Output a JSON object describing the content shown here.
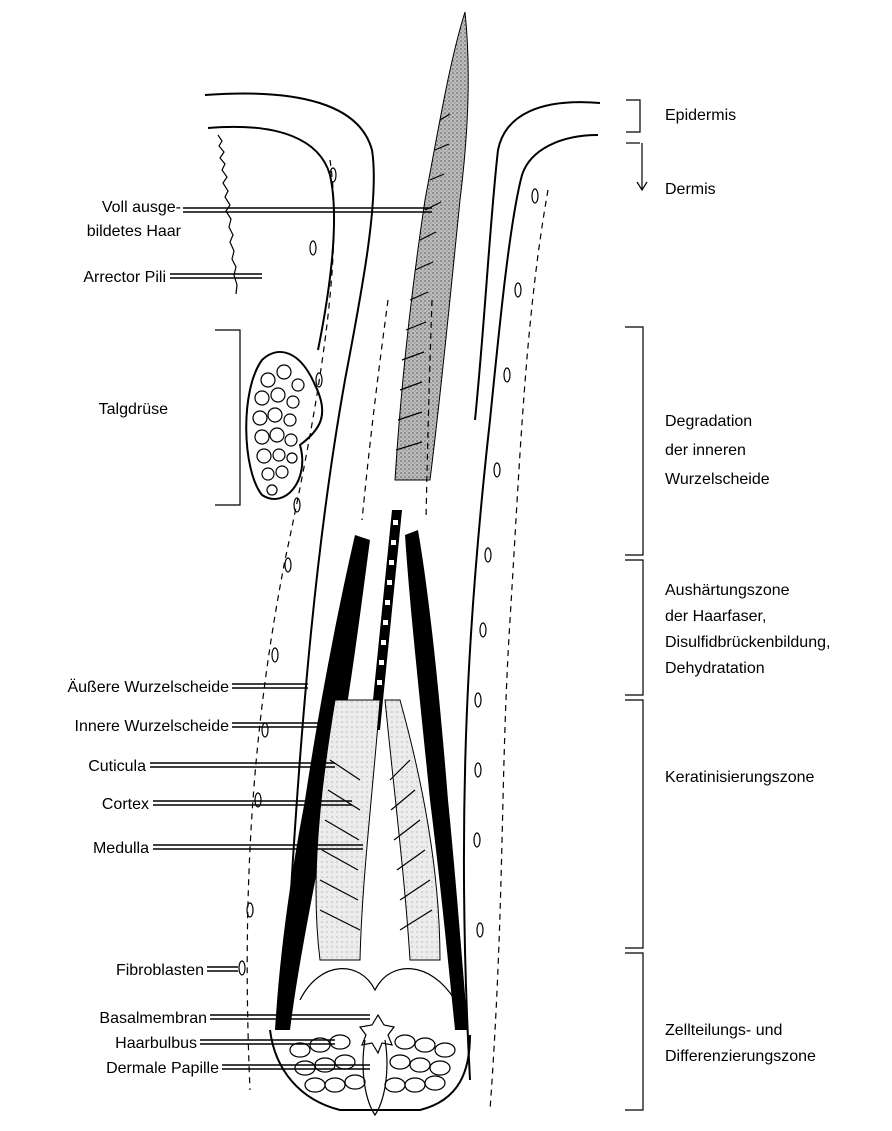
{
  "left_labels": [
    {
      "key": "voll",
      "lines": [
        "Voll ausge-",
        "bildetes Haar"
      ]
    },
    {
      "key": "arrector",
      "lines": [
        "Arrector Pili"
      ]
    },
    {
      "key": "talg",
      "lines": [
        "Talgdrüse"
      ]
    },
    {
      "key": "aeussere",
      "lines": [
        "Äußere Wurzelscheide"
      ]
    },
    {
      "key": "innere",
      "lines": [
        "Innere Wurzelscheide"
      ]
    },
    {
      "key": "cuticula",
      "lines": [
        "Cuticula"
      ]
    },
    {
      "key": "cortex",
      "lines": [
        "Cortex"
      ]
    },
    {
      "key": "medulla",
      "lines": [
        "Medulla"
      ]
    },
    {
      "key": "fibro",
      "lines": [
        "Fibroblasten"
      ]
    },
    {
      "key": "basal",
      "lines": [
        "Basalmembran"
      ]
    },
    {
      "key": "bulbus",
      "lines": [
        "Haarbulbus"
      ]
    },
    {
      "key": "papille",
      "lines": [
        "Dermale Papille"
      ]
    }
  ],
  "right_labels": [
    {
      "key": "epidermis",
      "lines": [
        "Epidermis"
      ]
    },
    {
      "key": "dermis",
      "lines": [
        "Dermis"
      ]
    },
    {
      "key": "degradation",
      "lines": [
        "Degradation",
        "der inneren",
        "Wurzelscheide"
      ]
    },
    {
      "key": "aushaertung",
      "lines": [
        "Aushärtungszone",
        "der Haarfaser,",
        "Disulfidbrückenbildung,",
        "Dehydratation"
      ]
    },
    {
      "key": "kerat",
      "lines": [
        "Keratinisierungszone"
      ]
    },
    {
      "key": "zellteilung",
      "lines": [
        "Zellteilungs- und",
        "Differenzierungszone"
      ]
    }
  ]
}
